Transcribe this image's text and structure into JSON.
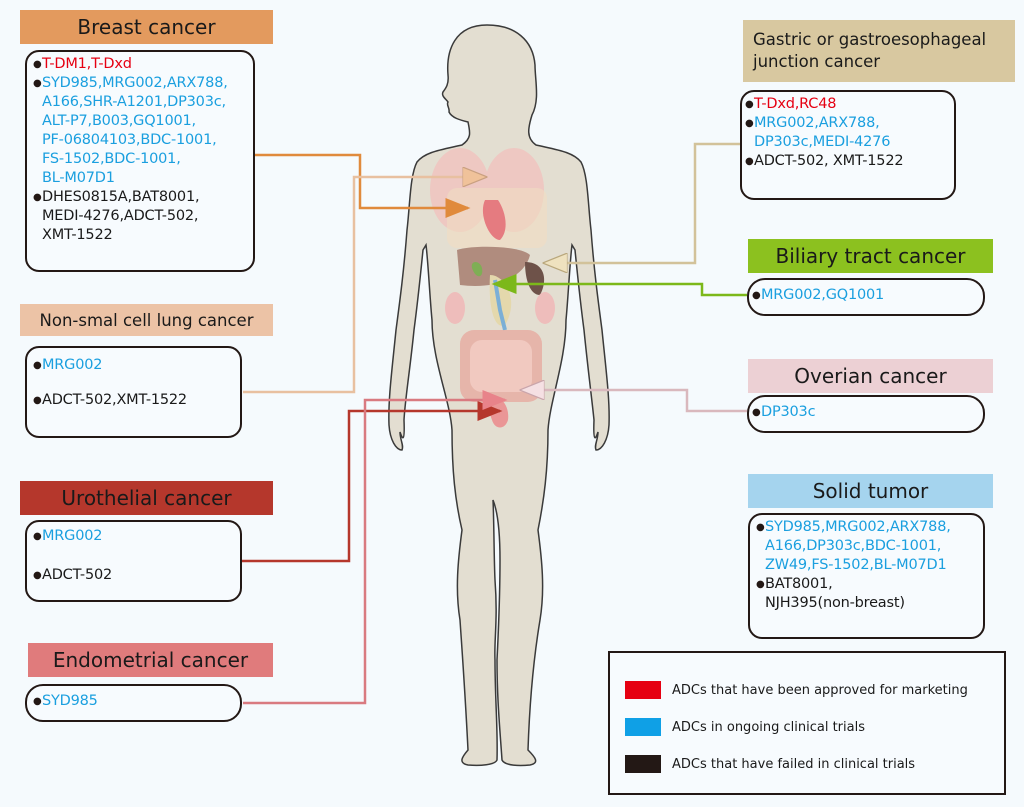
{
  "colors": {
    "approved": "#e60012",
    "ongoing": "#1a9fdf",
    "failed": "#231815"
  },
  "panels": {
    "breast": {
      "title": "Breast cancer",
      "header_color": "#e39a5e",
      "items": [
        {
          "status": "approved",
          "text": "T-DM1,T-Dxd"
        },
        {
          "status": "ongoing",
          "text": "SYD985,MRG002,ARX788,\nA166,SHR-A1201,DP303c,\nALT-P7,B003,GQ1001,\nPF-06804103,BDC-1001,\nFS-1502,BDC-1001,\nBL-M07D1"
        },
        {
          "status": "failed",
          "text": "DHES0815A,BAT8001,\nMEDI-4276,ADCT-502,\nXMT-1522"
        }
      ]
    },
    "nsclc": {
      "title": "Non-smal cell lung cancer",
      "header_color": "#ecc3a6",
      "items": [
        {
          "status": "ongoing",
          "text": "MRG002"
        },
        {
          "status": "failed",
          "text": "ADCT-502,XMT-1522"
        }
      ]
    },
    "urothelial": {
      "title": "Urothelial cancer",
      "header_color": "#b5372c",
      "items": [
        {
          "status": "ongoing",
          "text": "MRG002"
        },
        {
          "status": "failed",
          "text": "ADCT-502"
        }
      ]
    },
    "endometrial": {
      "title": "Endometrial cancer",
      "header_color": "#e07b7c",
      "items": [
        {
          "status": "ongoing",
          "text": "SYD985"
        }
      ]
    },
    "gastric": {
      "title": "Gastric or gastroesophageal\njunction cancer",
      "header_color": "#d8c8a0",
      "items": [
        {
          "status": "approved",
          "text": "T-Dxd,RC48"
        },
        {
          "status": "ongoing",
          "text": "MRG002,ARX788,\nDP303c,MEDI-4276"
        },
        {
          "status": "failed",
          "text": "ADCT-502, XMT-1522"
        }
      ]
    },
    "biliary": {
      "title": "Biliary tract cancer",
      "header_color": "#8cc11f",
      "items": [
        {
          "status": "ongoing",
          "text": "MRG002,GQ1001"
        }
      ]
    },
    "ovarian": {
      "title": "Overian cancer",
      "header_color": "#ecd0d4",
      "items": [
        {
          "status": "ongoing",
          "text": "DP303c"
        }
      ]
    },
    "solid": {
      "title": "Solid tumor",
      "header_color": "#a5d4ee",
      "items": [
        {
          "status": "ongoing",
          "text": "SYD985,MRG002,ARX788,\nA166,DP303c,BDC-1001,\nZW49,FS-1502,BL-M07D1"
        },
        {
          "status": "failed",
          "text": "BAT8001,\nNJH395(non-breast)"
        }
      ]
    }
  },
  "legend": {
    "entries": [
      {
        "status": "approved",
        "label": "ADCs that have been approved for marketing"
      },
      {
        "status": "ongoing",
        "label": "ADCs in ongoing clinical trials"
      },
      {
        "status": "failed",
        "label": "ADCs that have failed in clinical trials"
      }
    ]
  }
}
